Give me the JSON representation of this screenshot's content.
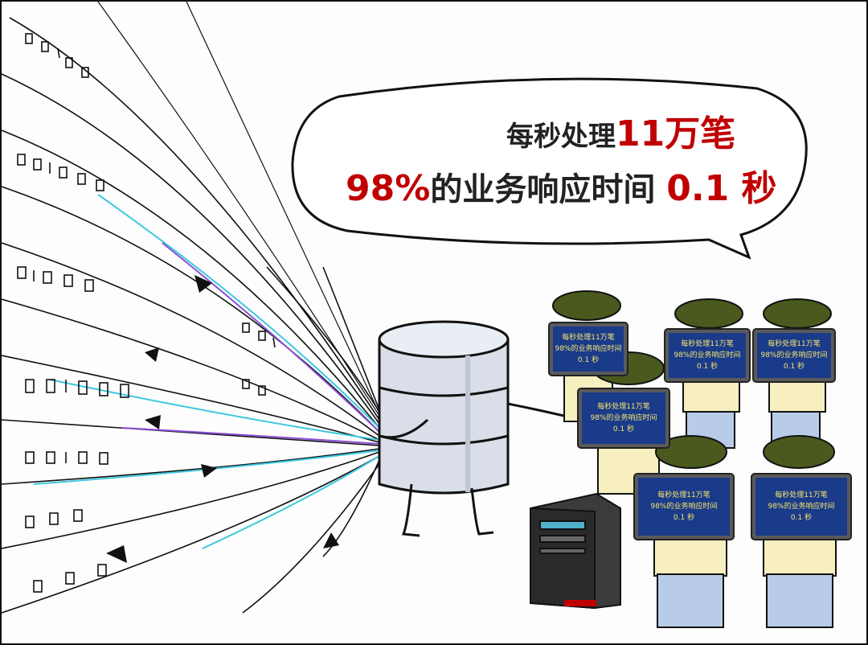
{
  "bubble": {
    "line1_prefix": "每秒处理",
    "line1_highlight": "11万笔",
    "line2_highlight": "98%",
    "line2_middle": "的业务响应时间",
    "line2_value": "0.1 秒"
  },
  "screen": {
    "line1": "每秒处理11万笔",
    "line2": "98%的业务响应时间",
    "line3": "0.1 秒"
  },
  "colors": {
    "highlight": "#c00000",
    "screen_bg": "#1a3a8a",
    "screen_text": "#f7e66b",
    "hat": "#4a5a1e",
    "shirt": "#f7efc0",
    "pants": "#b8cce8",
    "accent_cyan": "#3cc8e0",
    "accent_purple": "#8a4fd6"
  },
  "icons": [
    "database-character",
    "server-tower",
    "soldier-with-screen-head",
    "binary-stream"
  ]
}
